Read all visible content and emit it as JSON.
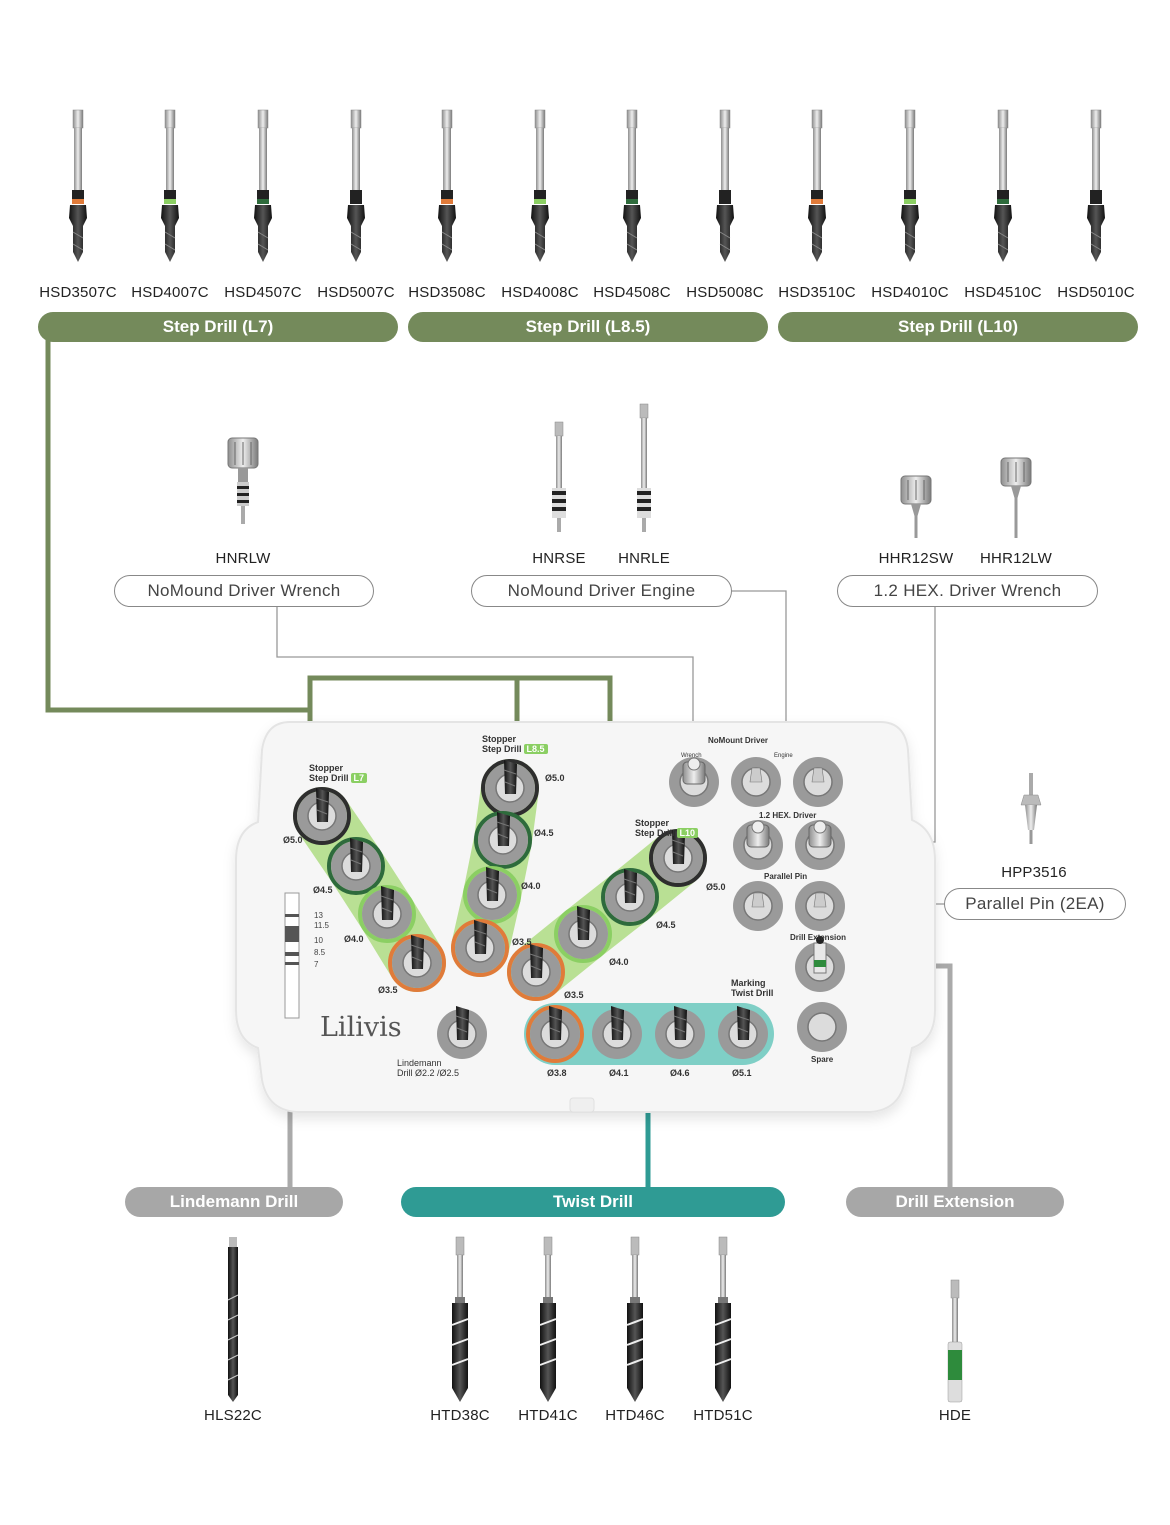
{
  "colors": {
    "olive": "#748a5b",
    "teal": "#2f9b94",
    "grey": "#a7a7a7",
    "ring_orange": "#e07b3a",
    "ring_green": "#8bcf63",
    "ring_darkgreen": "#2e6b3c"
  },
  "step_drills": [
    {
      "code": "HSD3507C",
      "ring": "orange"
    },
    {
      "code": "HSD4007C",
      "ring": "green"
    },
    {
      "code": "HSD4507C",
      "ring": "darkgreen"
    },
    {
      "code": "HSD5007C",
      "ring": "black"
    },
    {
      "code": "HSD3508C",
      "ring": "orange"
    },
    {
      "code": "HSD4008C",
      "ring": "green"
    },
    {
      "code": "HSD4508C",
      "ring": "darkgreen"
    },
    {
      "code": "HSD5008C",
      "ring": "black"
    },
    {
      "code": "HSD3510C",
      "ring": "orange"
    },
    {
      "code": "HSD4010C",
      "ring": "green"
    },
    {
      "code": "HSD4510C",
      "ring": "darkgreen"
    },
    {
      "code": "HSD5010C",
      "ring": "black"
    }
  ],
  "step_groups": [
    "Step Drill (L7)",
    "Step Drill (L8.5)",
    "Step Drill (L10)"
  ],
  "drivers": {
    "wrench": {
      "code": "HNRLW",
      "label": "NoMound Driver Wrench"
    },
    "engine": {
      "codes": [
        "HNRSE",
        "HNRLE"
      ],
      "label": "NoMound Driver Engine"
    },
    "hex": {
      "codes": [
        "HHR12SW",
        "HHR12LW"
      ],
      "label": "1.2 HEX. Driver Wrench"
    },
    "pin": {
      "code": "HPP3516",
      "label": "Parallel Pin (2EA)"
    }
  },
  "kit": {
    "logo": "Lilivis",
    "stopper_l7": [
      "Stopper",
      "Step Drill",
      "L7"
    ],
    "stopper_l85": [
      "Stopper",
      "Step Drill",
      "L8.5"
    ],
    "stopper_l10": [
      "Stopper",
      "Step Drill",
      "L10"
    ],
    "nomount": "NoMount Driver",
    "wrench": "Wrench",
    "engine": "Engine",
    "hex": "1.2 HEX. Driver",
    "parallel": "Parallel Pin",
    "extension": "Drill Extension",
    "spare": "Spare",
    "marking": [
      "Marking",
      "Twist Drill"
    ],
    "lindemann": [
      "Lindemann",
      "Drill Ø2.2 /Ø2.5"
    ],
    "scale": [
      "13",
      "11.5",
      "10",
      "8.5",
      "7"
    ],
    "dia_l7": [
      "Ø5.0",
      "Ø4.5",
      "Ø4.0",
      "Ø3.5"
    ],
    "dia_l85": [
      "Ø5.0",
      "Ø4.5",
      "Ø4.0",
      "Ø3.5"
    ],
    "dia_l10": [
      "Ø5.0",
      "Ø4.5",
      "Ø4.0",
      "Ø3.5"
    ],
    "dia_twist": [
      "Ø3.8",
      "Ø4.1",
      "Ø4.6",
      "Ø5.1"
    ]
  },
  "bottom_groups": {
    "lindemann": "Lindemann Drill",
    "twist": "Twist Drill",
    "extension": "Drill Extension"
  },
  "bottom_tools": {
    "lindemann": "HLS22C",
    "twist": [
      "HTD38C",
      "HTD41C",
      "HTD46C",
      "HTD51C"
    ],
    "extension": "HDE"
  }
}
